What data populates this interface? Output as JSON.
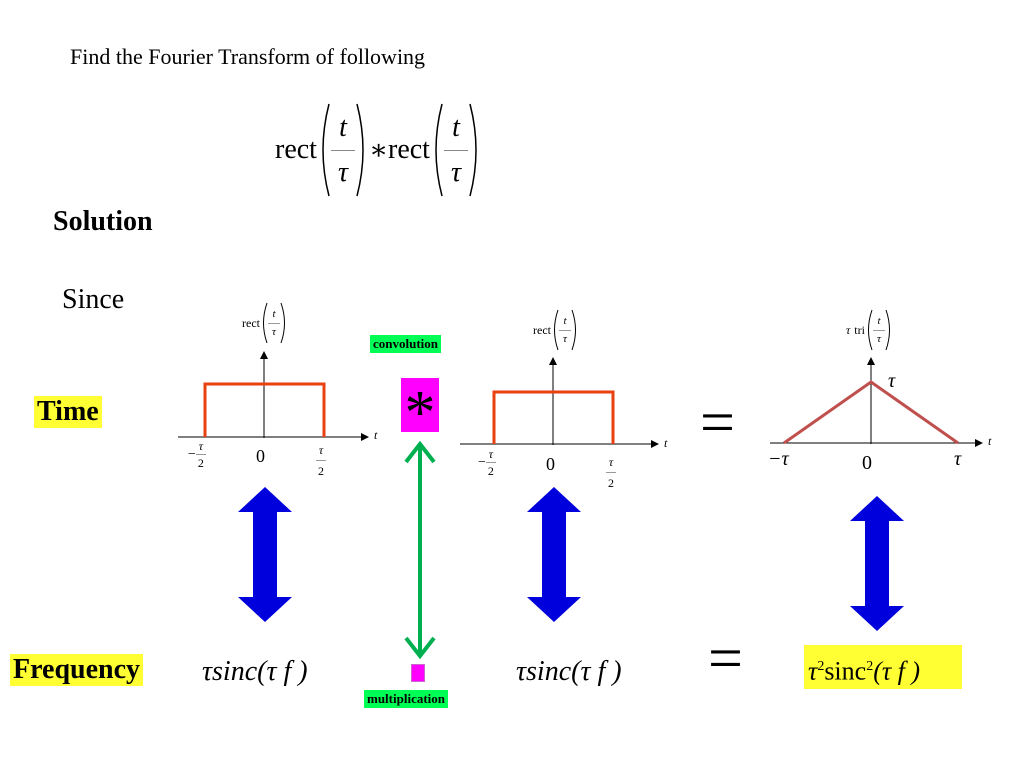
{
  "slide": {
    "heading": "Find the Fourier Transform of following",
    "solution_label": "Solution",
    "since_label": "Since",
    "time_label": "Time",
    "frequency_label": "Frequency",
    "convolution_tag": "convolution",
    "multiplication_tag": "multiplication",
    "convolution_symbol": "*",
    "equals_symbol": "="
  },
  "problem": {
    "func": "rect",
    "numerator": "t",
    "denominator": "τ",
    "operator": "∗"
  },
  "plots": {
    "rect": {
      "label": "rect",
      "num": "t",
      "den": "τ",
      "t_axis": "t",
      "tick_neg_sign": "−",
      "tick_num": "τ",
      "tick_den": "2",
      "zero": "0"
    },
    "tri": {
      "label_prefix": "τ",
      "label": "tri",
      "num": "t",
      "den": "τ",
      "t_axis": "t",
      "peak": "τ",
      "neg_tick": "−τ",
      "pos_tick": "τ",
      "zero": "0"
    }
  },
  "frequency": {
    "sinc": "τsinc(τ f )",
    "result_prefix": "τ",
    "result_sup1": "2",
    "result_mid": "sinc",
    "result_sup2": "2",
    "result_suffix": "(τ f )"
  },
  "colors": {
    "rect_pulse": "#e8410f",
    "triangle": "#c0504d",
    "double_arrow": "#0000dd",
    "green_arrow": "#00b050",
    "tag_green": "#00ff55",
    "highlight_yellow": "#ffff33",
    "magenta": "#ff00ff"
  }
}
